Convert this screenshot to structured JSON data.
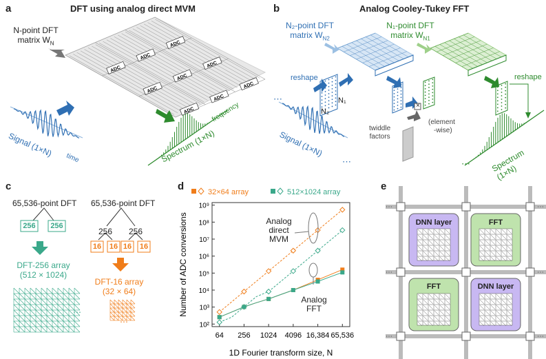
{
  "panel_a": {
    "letter": "a",
    "title": "DFT using analog direct MVM",
    "matrix_label_1": "N-point DFT",
    "matrix_label_2": "matrix W",
    "matrix_sub": "N",
    "adc": "ADC",
    "signal": "Signal (1×N)",
    "time": "time",
    "spectrum": "Spectrum (1×N)",
    "frequency": "frequency"
  },
  "panel_b": {
    "letter": "b",
    "title": "Analog Cooley-Tukey FFT",
    "n2_label_1": "N₂-point DFT",
    "n2_label_2": "matrix W",
    "n2_sub": "N2",
    "n1_label_1": "N₁-point DFT",
    "n1_label_2": "matrix W",
    "n1_sub": "N1",
    "reshape_left": "reshape",
    "reshape_right": "reshape",
    "n1": "N₁",
    "n2": "N₂",
    "element_wise_1": "(element",
    "element_wise_2": "-wise)",
    "times": "×",
    "twiddle_1": "twiddle",
    "twiddle_2": "factors",
    "signal": "Signal (1×N)",
    "spectrum": "Spectrum (1×N)"
  },
  "panel_c": {
    "letter": "c",
    "left_title": "65,536-point DFT",
    "right_title": "65,536-point DFT",
    "box_256": "256",
    "mid_256": "256",
    "box_16": "16",
    "left_array_1": "DFT-256 array",
    "left_array_2": "(512 × 1024)",
    "right_array_1": "DFT-16 array",
    "right_array_2": "(32 × 64)",
    "ellipsis": "⋯"
  },
  "panel_d": {
    "letter": "d",
    "annotation_direct": [
      "Analog",
      "direct",
      "MVM"
    ],
    "annotation_fft": [
      "Analog",
      "FFT"
    ]
  },
  "panel_e": {
    "letter": "e",
    "tiles": [
      "DNN layer",
      "FFT",
      "FFT",
      "DNN layer"
    ]
  },
  "colors": {
    "orange": "#f07d1a",
    "teal": "#3aa88a",
    "blue": "#2f6fb3",
    "green": "#2e8b2e",
    "purple": "#a98ee0",
    "light_green": "#7fc66a"
  },
  "chart_data": {
    "type": "line",
    "xlabel": "1D Fourier transform size, N",
    "ylabel": "Number of ADC conversions",
    "x": [
      64,
      256,
      1024,
      4096,
      16384,
      65536
    ],
    "x_tick_labels": [
      "64",
      "256",
      "1024",
      "4096",
      "16,384",
      "65,536"
    ],
    "y_scale": "log",
    "ylim": [
      100,
      1000000000
    ],
    "y_tick_labels": [
      "10²",
      "10³",
      "10⁴",
      "10⁵",
      "10⁶",
      "10⁷",
      "10⁸",
      "10⁹"
    ],
    "legend_position": "top",
    "series": [
      {
        "name": "32×64 array",
        "method": "direct",
        "marker": "open-diamond",
        "color": "#f07d1a",
        "x": [
          64,
          128,
          256,
          512,
          1024,
          2048,
          4096,
          8192,
          16384,
          32768,
          65536
        ],
        "values": [
          512,
          2048,
          8192,
          32768,
          131072,
          524288,
          2097152,
          8388608,
          33554432,
          134217728,
          536870912
        ]
      },
      {
        "name": "512×1024 array",
        "method": "direct",
        "marker": "open-diamond",
        "color": "#3aa88a",
        "x": [
          64,
          128,
          256,
          512,
          1024,
          2048,
          4096,
          8192,
          16384,
          32768,
          65536
        ],
        "values": [
          128,
          256,
          1024,
          4096,
          8192,
          32768,
          131072,
          524288,
          2097152,
          8388608,
          33554432
        ]
      },
      {
        "name": "32×64 array",
        "method": "fft",
        "marker": "filled-square",
        "color": "#f07d1a",
        "x": [
          64,
          128,
          256,
          512,
          1024,
          2048,
          4096,
          8192,
          16384,
          32768,
          65536
        ],
        "values": [
          256,
          512,
          1024,
          1800,
          3000,
          5500,
          10000,
          20000,
          40000,
          80000,
          160000
        ]
      },
      {
        "name": "512×1024 array",
        "method": "fft",
        "marker": "filled-square",
        "color": "#3aa88a",
        "x": [
          64,
          128,
          256,
          512,
          1024,
          2048,
          4096,
          8192,
          16384,
          32768,
          65536
        ],
        "values": [
          256,
          512,
          1024,
          1800,
          3000,
          5500,
          10000,
          18000,
          32000,
          60000,
          110000
        ]
      }
    ]
  }
}
